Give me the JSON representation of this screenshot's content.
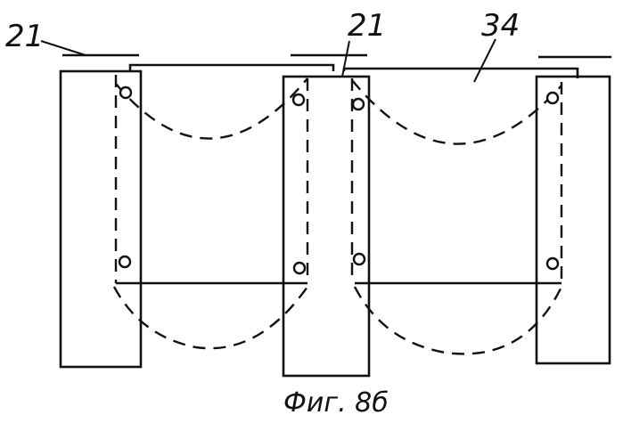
{
  "labels": {
    "ref_left": "21",
    "ref_center": "21",
    "ref_right": "34"
  },
  "caption": "Фиг. 8б"
}
